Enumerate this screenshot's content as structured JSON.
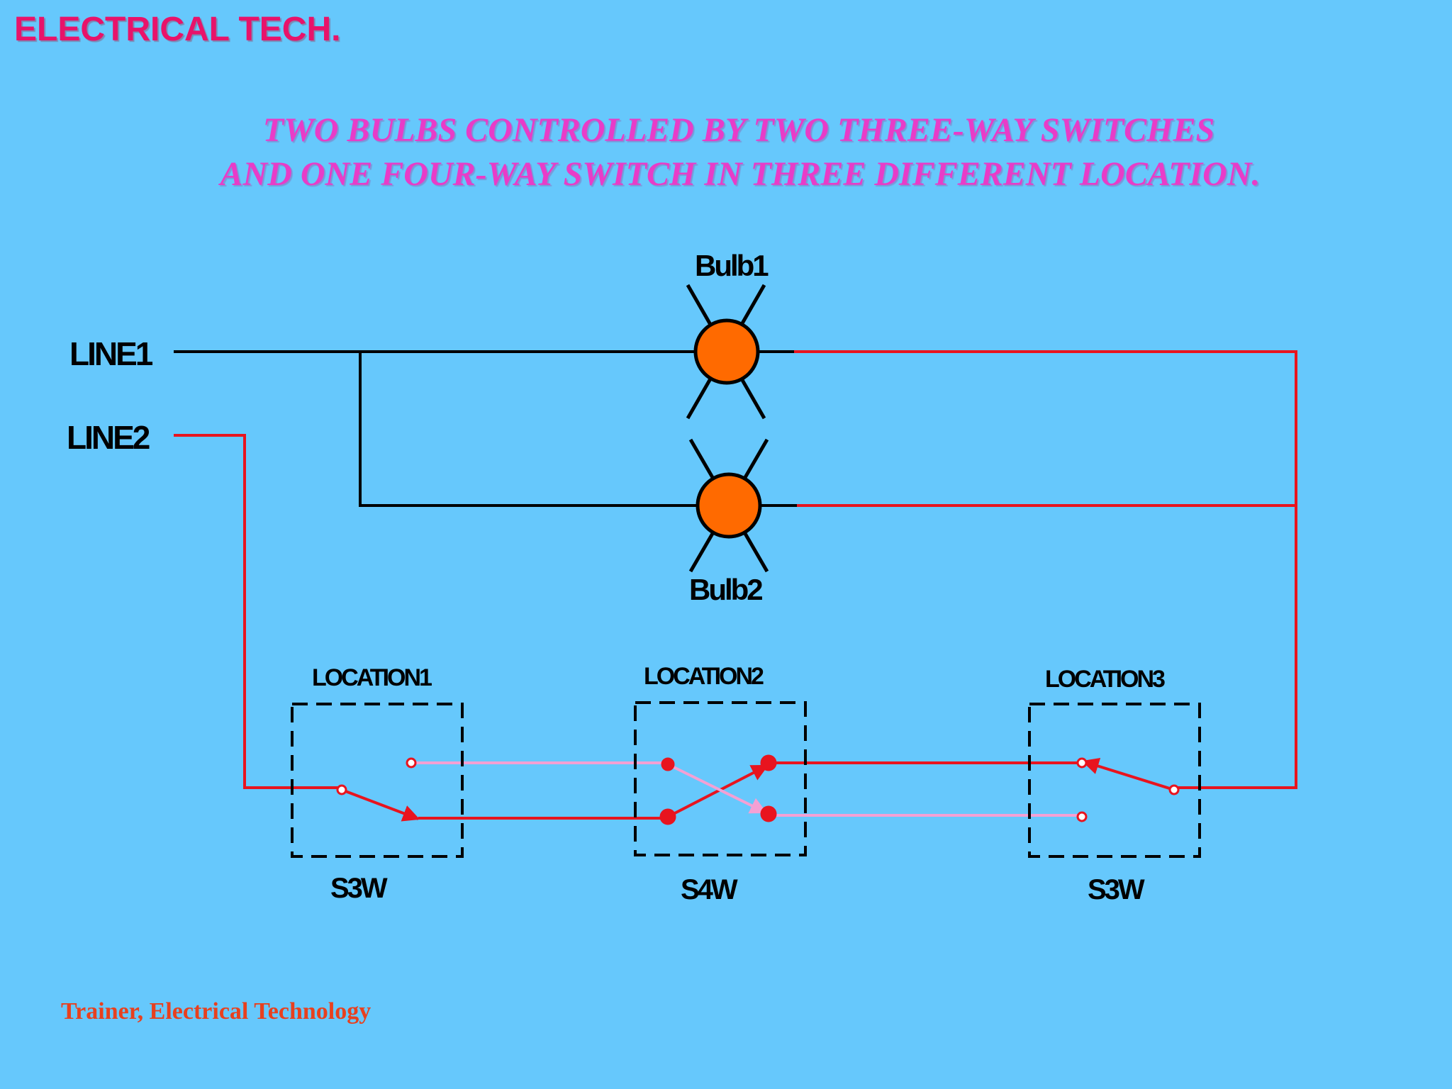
{
  "header": {
    "brand": "ELECTRICAL TECH.",
    "title_line1": "TWO BULBS CONTROLLED BY TWO THREE-WAY  SWITCHES",
    "title_line2": "AND ONE FOUR-WAY SWITCH IN THREE DIFFERENT LOCATION."
  },
  "diagram": {
    "lines": {
      "line1": "LINE1",
      "line2": "LINE2"
    },
    "bulbs": {
      "bulb1": "Bulb1",
      "bulb2": "Bulb2"
    },
    "locations": {
      "loc1": "LOCATION1",
      "loc2": "LOCATION2",
      "loc3": "LOCATION3"
    },
    "switches": {
      "sw1": "S3W",
      "sw2": "S4W",
      "sw3": "S3W"
    }
  },
  "footer": {
    "credit": "Trainer, Electrical Technology"
  },
  "colors": {
    "background": "#66c8fc",
    "live_wire": "#e8141e",
    "traveler_wire": "#f4a0d4",
    "neutral_wire": "#000000",
    "bulb": "#ff6a00"
  }
}
